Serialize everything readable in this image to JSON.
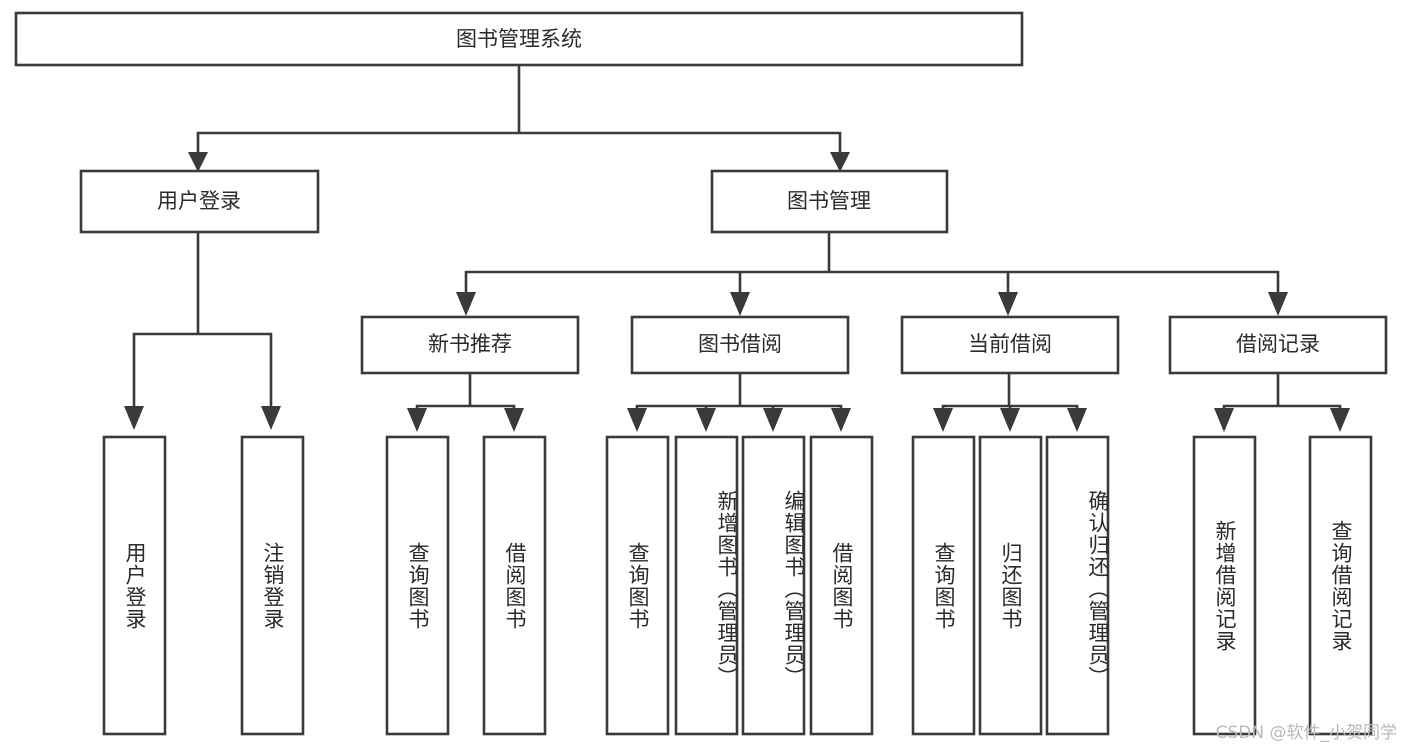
{
  "diagram": {
    "type": "tree",
    "title": "图书管理系统",
    "watermark": "CSDN @软件_小贺同学",
    "colors": {
      "box_stroke": "#3a3a3a",
      "box_fill": "#ffffff",
      "text": "#2b2b2b",
      "watermark": "#b9b9b9",
      "background": "#ffffff"
    },
    "nodes": {
      "root": "图书管理系统",
      "level2": [
        "用户登录",
        "图书管理"
      ],
      "level3": [
        "新书推荐",
        "图书借阅",
        "当前借阅",
        "借阅记录"
      ],
      "leaves_user_login": [
        "用户登录",
        "注销登录"
      ],
      "leaves_new_books": [
        "查询图书",
        "借阅图书"
      ],
      "leaves_book_borrow": [
        "查询图书",
        "新增图书（管理员）",
        "编辑图书（管理员）",
        "借阅图书"
      ],
      "leaves_current_borrow": [
        "查询图书",
        "归还图书",
        "确认归还（管理员）"
      ],
      "leaves_borrow_record": [
        "新增借阅记录",
        "查询借阅记录"
      ]
    }
  }
}
